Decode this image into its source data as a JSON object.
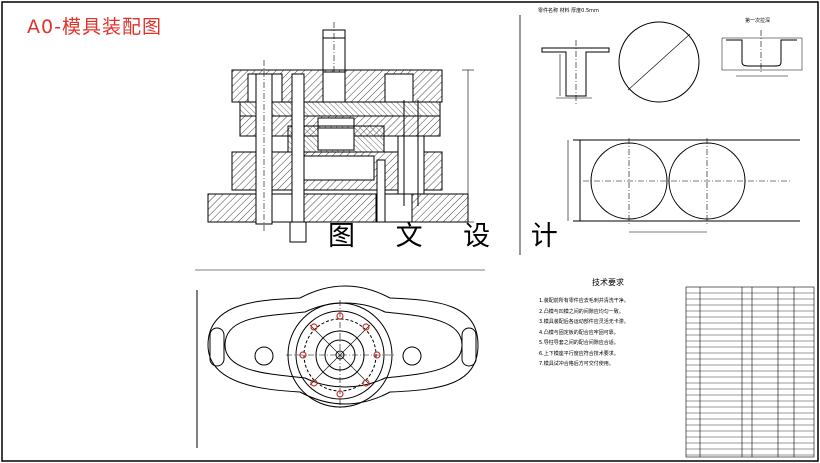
{
  "title": "A0-模具装配图",
  "watermark": "图 文 设 计",
  "part_caption": "零件名称 材料 厚度0.5mm",
  "first_draw_caption": "第一次拉深",
  "tech_title": "技术要求",
  "tech_notes": [
    "1.装配前所有零件应去毛刺并清洗干净。",
    "2.凸模与凹模之间的间隙应均匀一致。",
    "3.模具装配后各运动部件应灵活无卡滞。",
    "4.凸模与固定板的配合应牢固可靠。",
    "5.导柱导套之间的配合间隙应合适。",
    "6.上下模座平行度应符合技术要求。",
    "7.模具试冲合格后方可交付使用。"
  ],
  "colors": {
    "title": "#e0322c",
    "line": "#000000",
    "hatch": "#555555"
  }
}
